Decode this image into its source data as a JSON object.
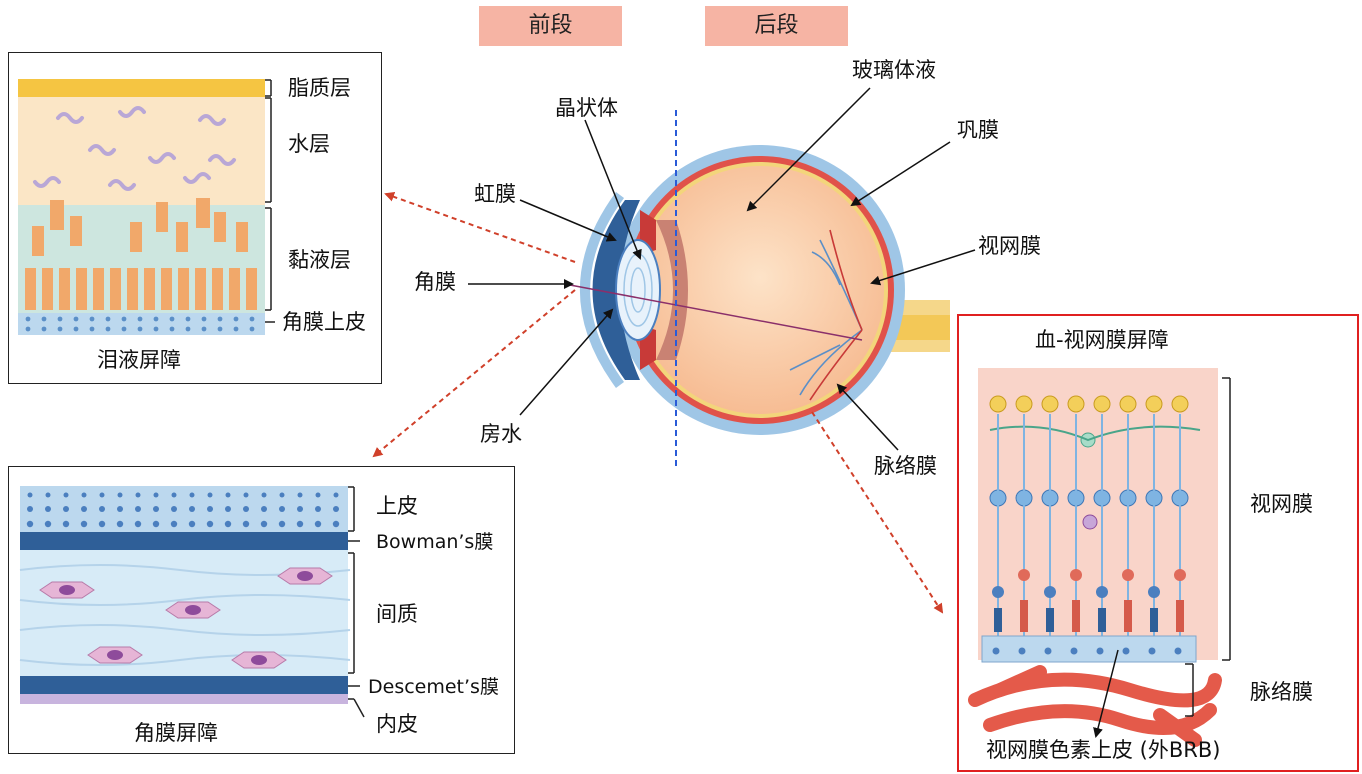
{
  "segments": {
    "anterior": "前段",
    "posterior": "后段"
  },
  "eye_labels": {
    "lens": "晶状体",
    "vitreous": "玻璃体液",
    "sclera": "巩膜",
    "iris": "虹膜",
    "retina": "视网膜",
    "cornea": "角膜",
    "aqueous": "房水",
    "choroid": "脉络膜"
  },
  "tear_panel": {
    "title": "泪液屏障",
    "layers": [
      "脂质层",
      "水层",
      "黏液层",
      "角膜上皮"
    ]
  },
  "cornea_panel": {
    "title": "角膜屏障",
    "layers": [
      "上皮",
      "Bowman’s膜",
      "间质",
      "Descemet’s膜",
      "内皮"
    ]
  },
  "brb_panel": {
    "title": "血-视网膜屏障",
    "layers": [
      "视网膜",
      "脉络膜"
    ],
    "rpe_label": "视网膜色素上皮 (外BRB)"
  },
  "colors": {
    "segment_bg": "#f6b4a4",
    "red_border": "#e02020",
    "arrow_red": "#d0402a",
    "divider_blue": "#2a5bd7"
  }
}
